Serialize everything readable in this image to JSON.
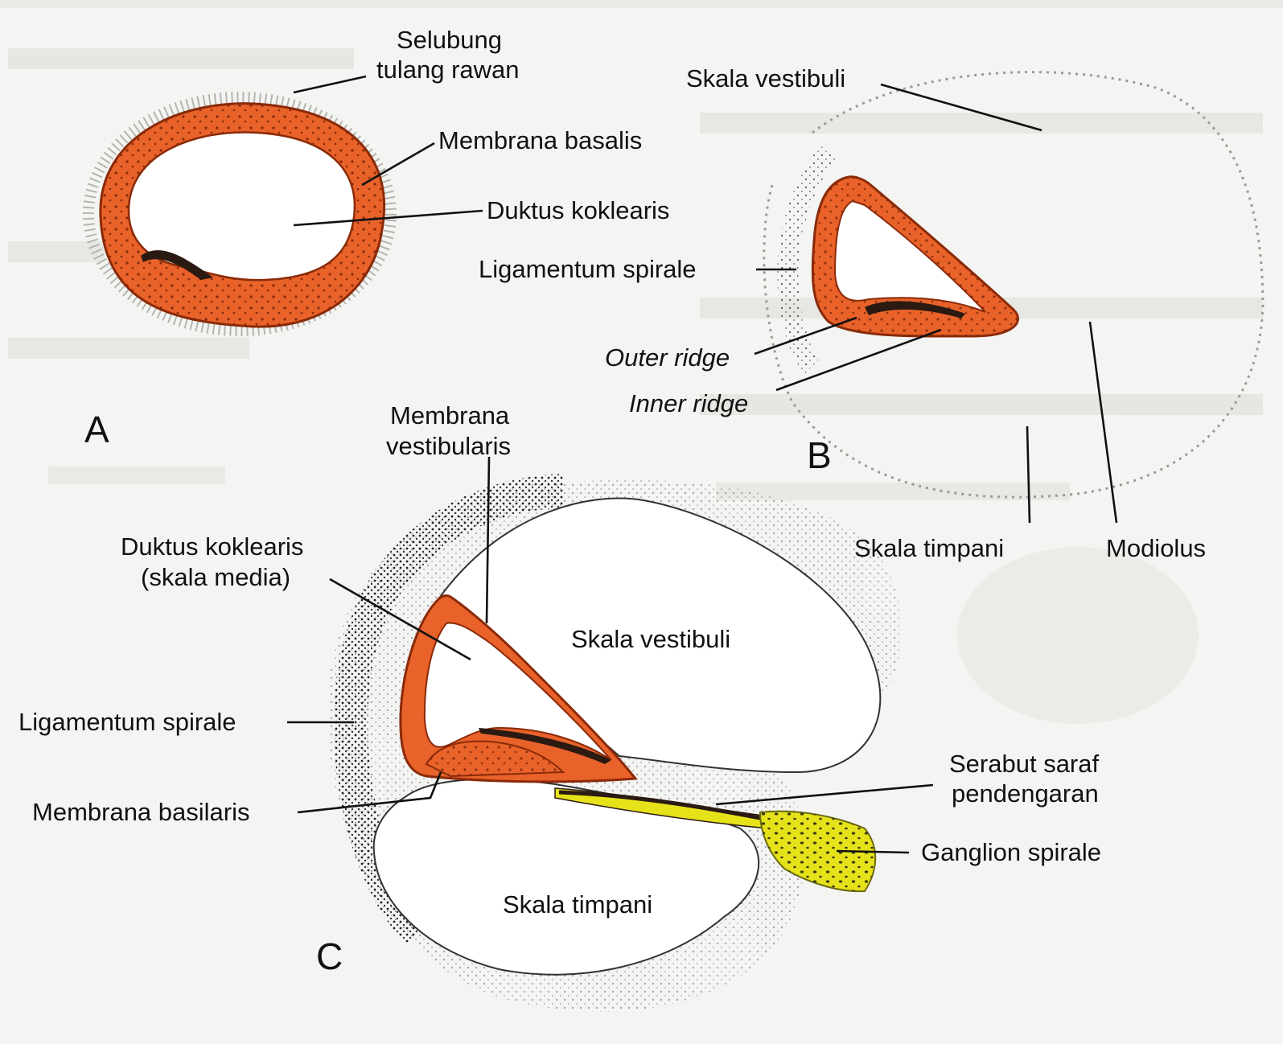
{
  "panels": {
    "a": "A",
    "b": "B",
    "c": "C"
  },
  "labels": {
    "a_selubung_line1": "Selubung",
    "a_selubung_line2": "tulang rawan",
    "a_membrana_basalis": "Membrana basalis",
    "a_duktus_koklearis": "Duktus koklearis",
    "b_skala_vestibuli": "Skala vestibuli",
    "b_ligamentum_spirale": "Ligamentum spirale",
    "b_outer_ridge": "Outer ridge",
    "b_inner_ridge": "Inner ridge",
    "b_skala_timpani": "Skala timpani",
    "b_modiolus": "Modiolus",
    "c_membrana_vestibularis_line1": "Membrana",
    "c_membrana_vestibularis_line2": "vestibularis",
    "c_duktus_koklearis_line1": "Duktus koklearis",
    "c_duktus_koklearis_line2": "(skala media)",
    "c_skala_vestibuli": "Skala vestibuli",
    "c_ligamentum_spirale": "Ligamentum spirale",
    "c_membrana_basilaris": "Membrana basilaris",
    "c_serabut_line1": "Serabut saraf",
    "c_serabut_line2": "pendengaran",
    "c_ganglion_spirale": "Ganglion spirale",
    "c_skala_timpani": "Skala timpani"
  },
  "colors": {
    "tissue_orange": "#e8622a",
    "tissue_outline": "#8a2a08",
    "ganglion_yellow": "#e6e21a",
    "bone_stipple": "#555555",
    "membrane_dark": "#2a1a12"
  }
}
